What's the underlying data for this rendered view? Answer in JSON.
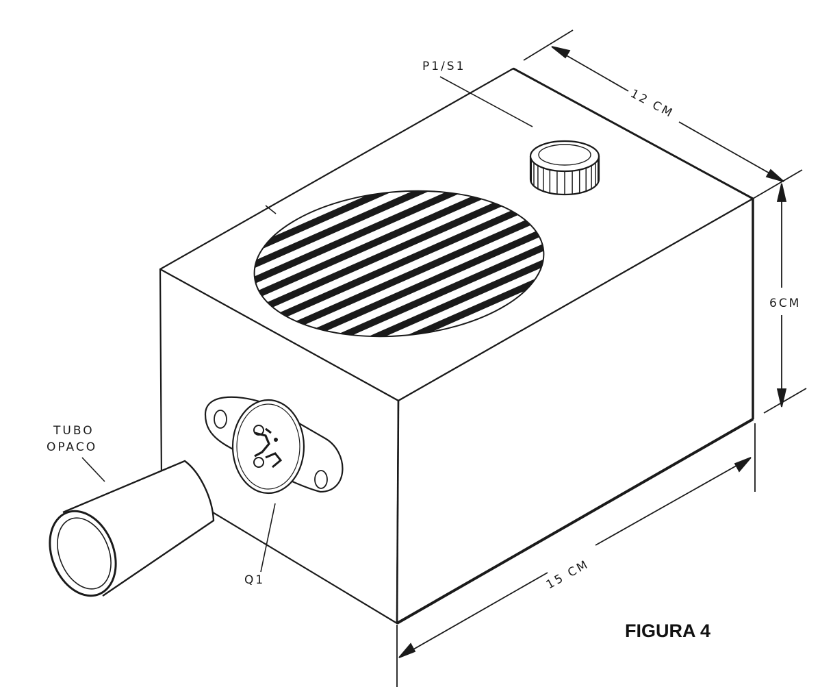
{
  "labels": {
    "p1_s1": "P1/S1",
    "width_dim": "12 CM",
    "height_dim": "6CM",
    "length_dim": "15 CM",
    "tube_line1": "TUBO",
    "tube_line2": "OPACO",
    "transistor": "Q1",
    "figure_title": "FIGURA 4"
  },
  "colors": {
    "ink": "#1a1a1a",
    "paper": "#ffffff"
  }
}
